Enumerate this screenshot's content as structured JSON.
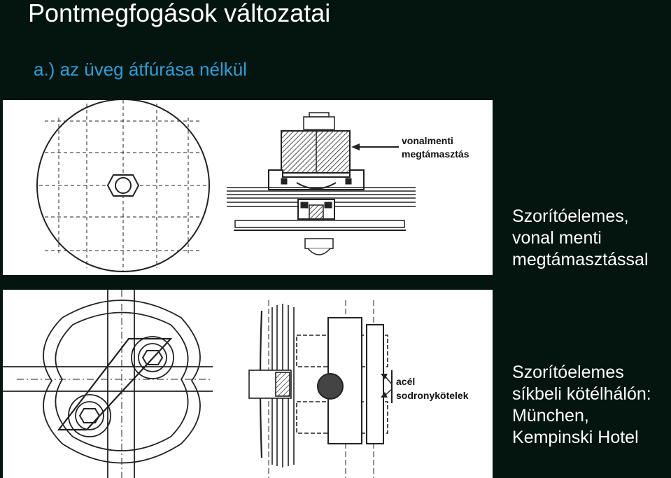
{
  "title": "Pontmegfogások változatai",
  "subtitle": "a.) az üveg átfúrása nélkül",
  "top_figure": {
    "label_line1": "vonalmenti",
    "label_line2": "megtámasztás"
  },
  "top_caption": {
    "line1": "Szorítóelemes,",
    "line2": "vonal menti",
    "line3": "megtámasztással"
  },
  "bottom_figure": {
    "label_line1": "acél",
    "label_line2": "sodronykötelek"
  },
  "bottom_caption": {
    "line1": "Szorítóelemes",
    "line2": "síkbeli kötélhálón:",
    "line3": "München,",
    "line4": "Kempinski Hotel"
  },
  "colors": {
    "background": "#04140f",
    "title": "#ffffff",
    "subtitle": "#2a9fd8",
    "caption": "#ffffff"
  }
}
